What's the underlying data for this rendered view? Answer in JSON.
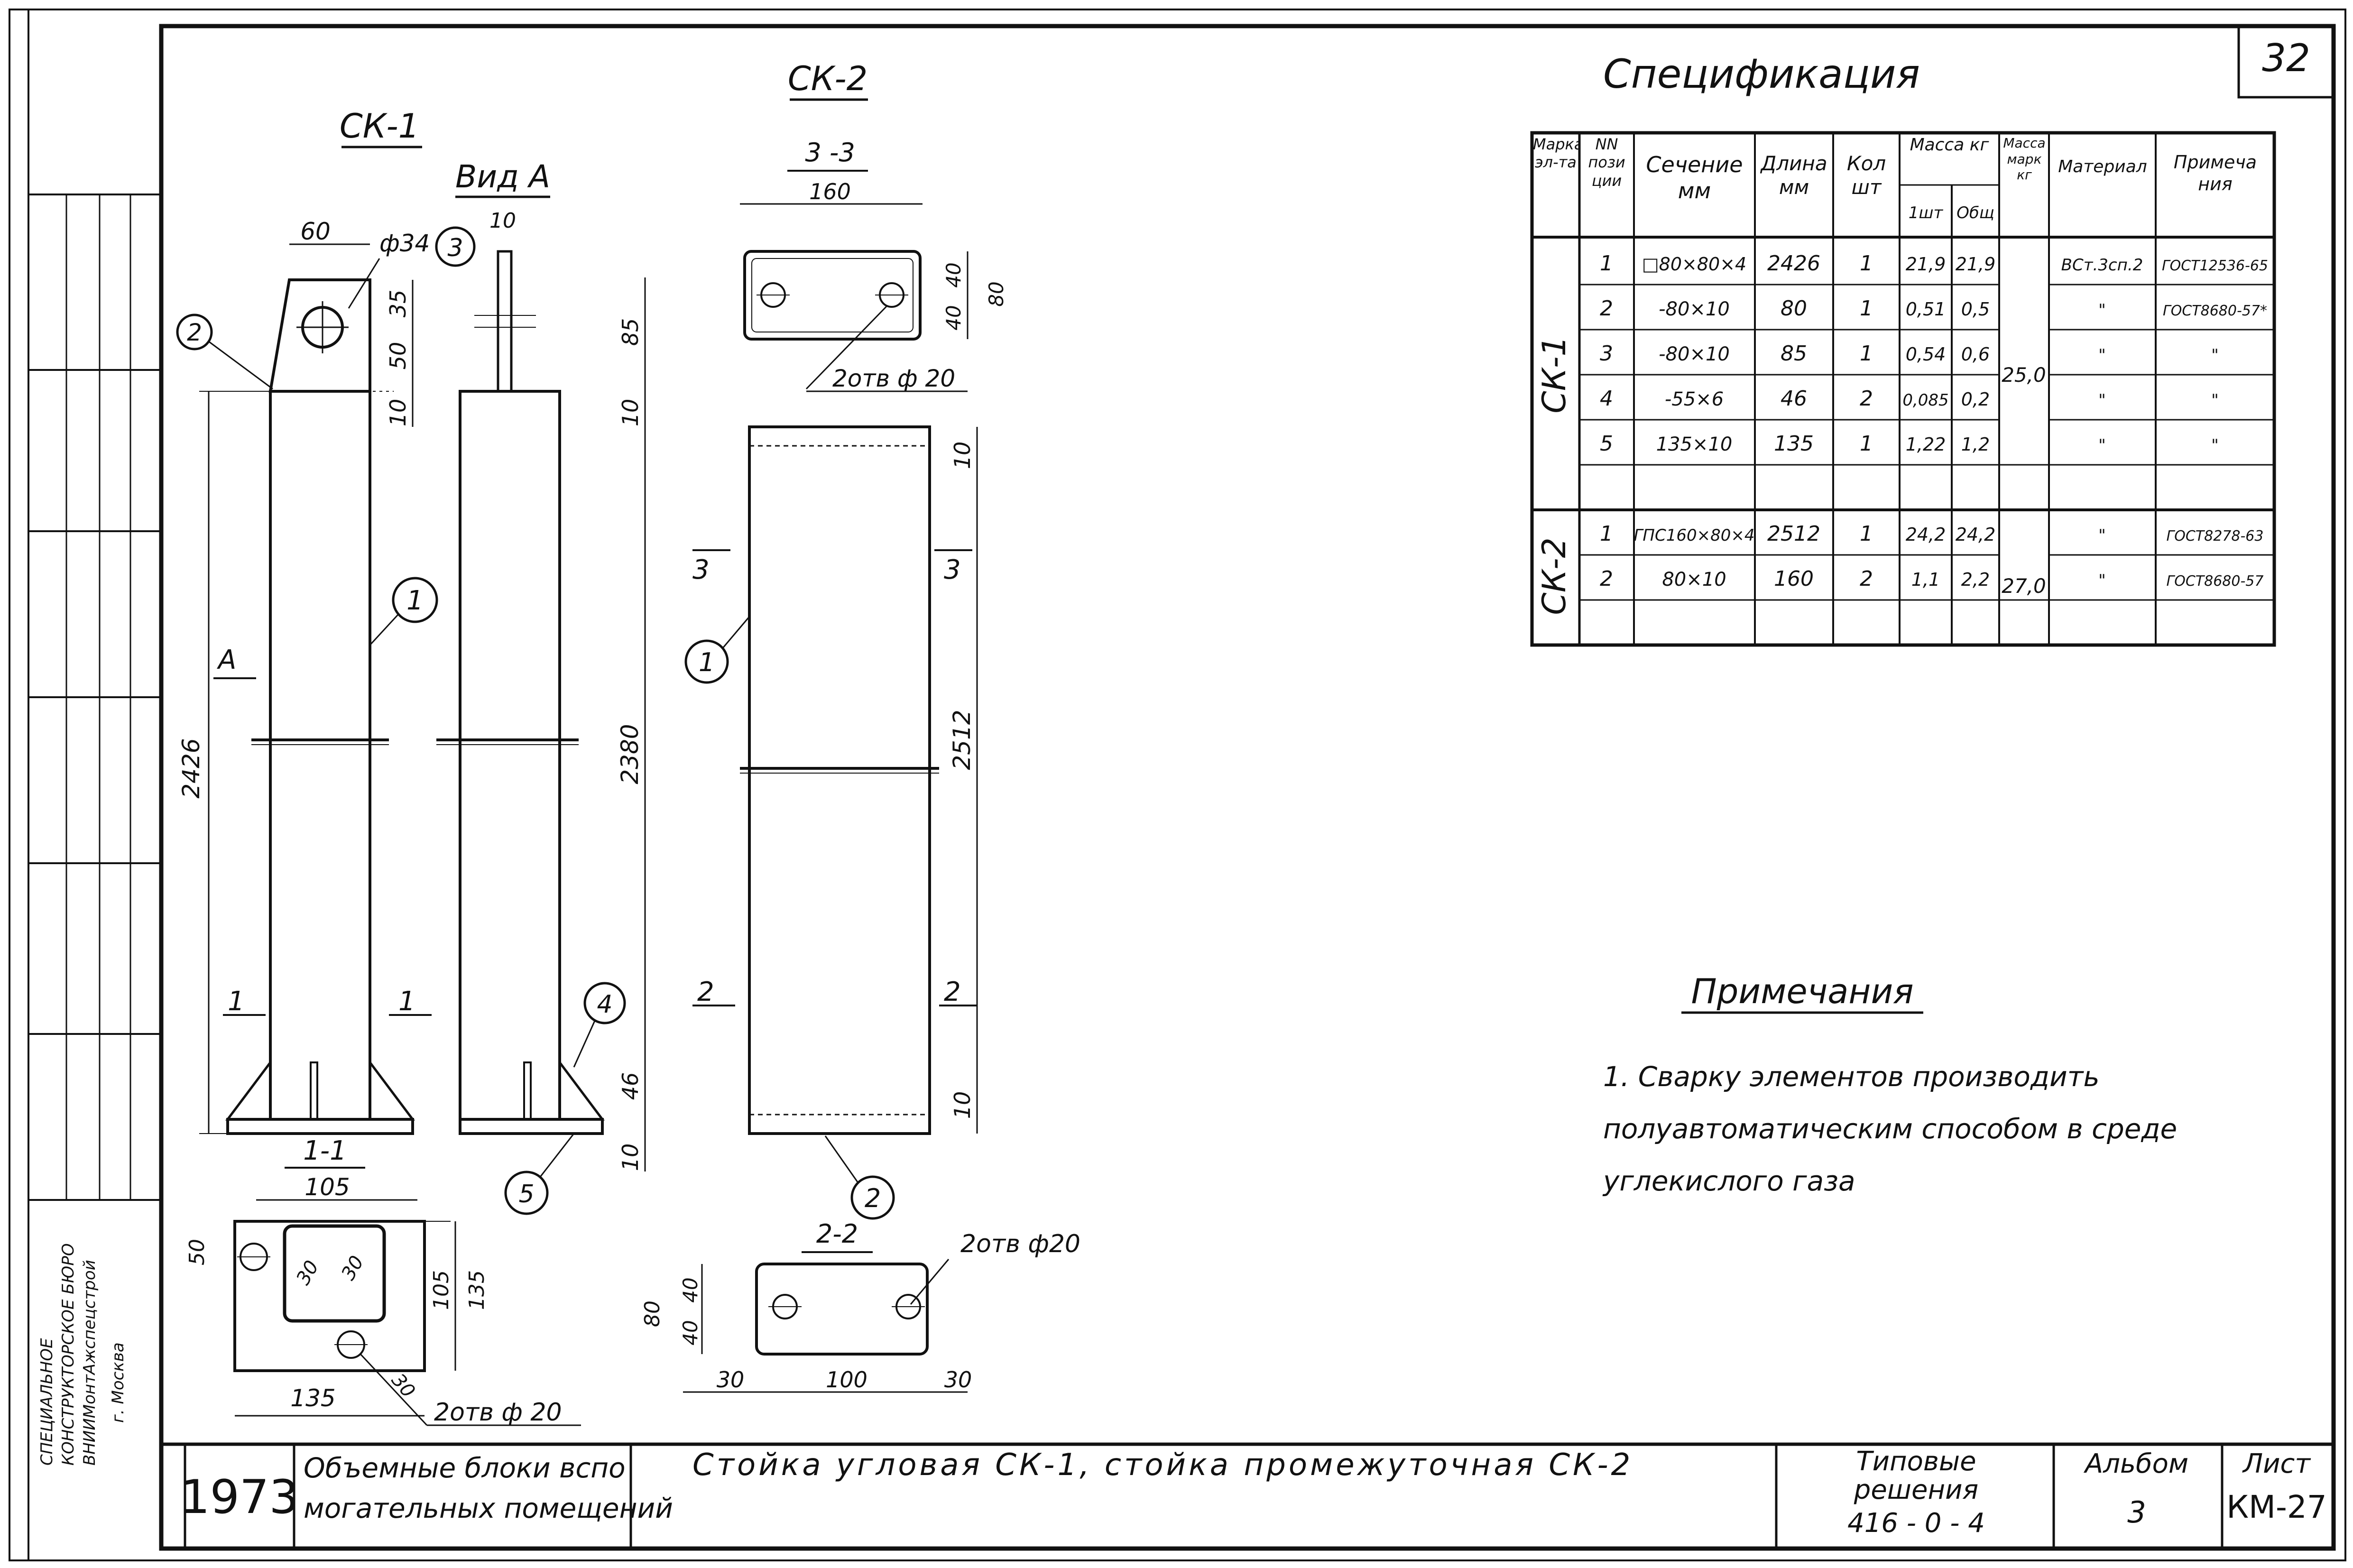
{
  "page_number": "32",
  "side_stamp": {
    "org_line1": "СПЕЦИАЛЬНОЕ",
    "org_line2": "КОНСТРУКТОРСКОЕ БЮРО",
    "org_line3": "ВНИИМонтАжспецстрой",
    "city": "г. Москва"
  },
  "drawing": {
    "ck1_title": "СК-1",
    "view_a_title": "Вид А",
    "ck2_title": "СК-2",
    "sec33": "3 -3",
    "sec11": "1-1",
    "sec22": "2-2",
    "dims": {
      "d60": "60",
      "phi34": "ф34",
      "d35": "35",
      "d50": "50",
      "d10": "10",
      "d2426": "2426",
      "d10b": "10",
      "d85": "85",
      "d10c": "10",
      "d2380": "2380",
      "d46": "46",
      "d10d": "10",
      "d160": "160",
      "d40a": "40",
      "d40b": "40",
      "d80": "80",
      "holes_top": "2отв ф 20",
      "d10e": "10",
      "d2512": "2512",
      "d10f": "10",
      "d105": "105",
      "d50b": "50",
      "d30a": "30",
      "d30b": "30",
      "d105b": "105",
      "d135v": "135",
      "d135h": "135",
      "d30c": "30",
      "holes_11": "2отв ф 20",
      "holes_22": "2отв ф20",
      "d80b": "80",
      "d40c": "40",
      "d40d": "40",
      "d30d": "30",
      "d100": "100",
      "d30e": "30"
    },
    "callouts": [
      "1",
      "2",
      "3",
      "4",
      "5"
    ],
    "cut_marks": {
      "A": "А",
      "s1": "1",
      "s2": "2",
      "s3": "3"
    }
  },
  "spec": {
    "title": "Спецификация",
    "headers": {
      "mark": "Марка эл-та",
      "pos": "NN пози ции",
      "section": "Сечение мм",
      "length": "Длина мм",
      "qty": "Кол шт",
      "mass": "Масса кг",
      "mass_unit": "1шт",
      "mass_total": "Общ",
      "mass_mark": "Масса марк кг",
      "material": "Материал",
      "note": "Примеча ния"
    },
    "groups": [
      {
        "mark": "СК-1",
        "mass_mark": "25,0",
        "rows": [
          {
            "pos": "1",
            "section": "□80×80×4",
            "length": "2426",
            "qty": "1",
            "unit": "21,9",
            "total": "21,9",
            "material": "ВСт.3сп.2",
            "note": "ГОСТ12536-65"
          },
          {
            "pos": "2",
            "section": "-80×10",
            "length": "80",
            "qty": "1",
            "unit": "0,51",
            "total": "0,5",
            "material": "\"",
            "note": "ГОСТ8680-57*"
          },
          {
            "pos": "3",
            "section": "-80×10",
            "length": "85",
            "qty": "1",
            "unit": "0,54",
            "total": "0,6",
            "material": "\"",
            "note": "\""
          },
          {
            "pos": "4",
            "section": "-55×6",
            "length": "46",
            "qty": "2",
            "unit": "0,085",
            "total": "0,2",
            "material": "\"",
            "note": "\""
          },
          {
            "pos": "5",
            "section": "135×10",
            "length": "135",
            "qty": "1",
            "unit": "1,22",
            "total": "1,2",
            "material": "\"",
            "note": "\""
          }
        ]
      },
      {
        "mark": "СК-2",
        "mass_mark": "27,0",
        "rows": [
          {
            "pos": "1",
            "section": "ГПС160×80×4",
            "length": "2512",
            "qty": "1",
            "unit": "24,2",
            "total": "24,2",
            "material": "\"",
            "note": "ГОСТ8278-63"
          },
          {
            "pos": "2",
            "section": "80×10",
            "length": "160",
            "qty": "2",
            "unit": "1,1",
            "total": "2,2",
            "material": "\"",
            "note": "ГОСТ8680-57"
          }
        ]
      }
    ]
  },
  "notes": {
    "title": "Примечания",
    "line1": "1. Сварку элементов производить",
    "line2": "полуавтоматическим способом в среде",
    "line3": "углекислого газа"
  },
  "title_block": {
    "year": "1973",
    "project_line1": "Объемные блоки вспо",
    "project_line2": "могательных помещений",
    "drawing_title": "Стойка угловая СК-1, стойка промежуточная СК-2",
    "typical_line1": "Типовые",
    "typical_line2": "решения",
    "typical_line3": "416 - 0 - 4",
    "album_label": "Альбом",
    "album_value": "3",
    "sheet_label": "Лист",
    "sheet_value": "КМ-27"
  }
}
